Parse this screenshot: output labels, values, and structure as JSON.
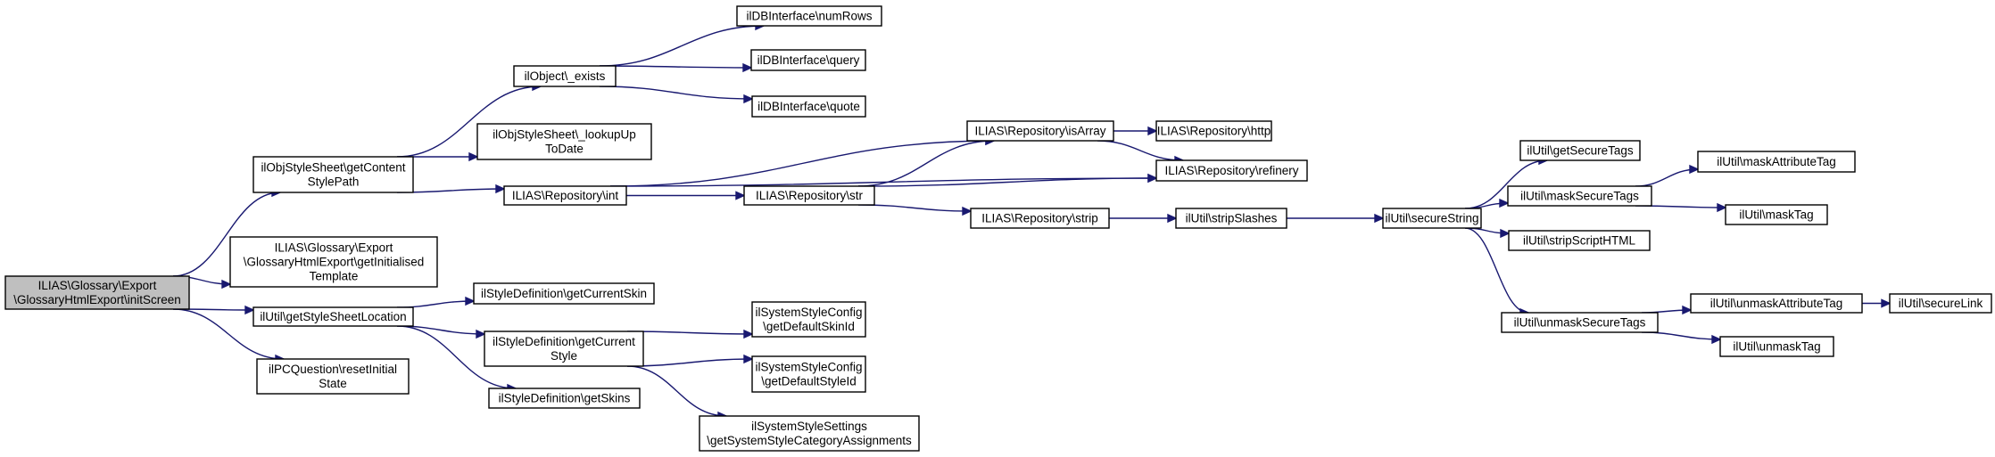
{
  "nodes": [
    {
      "id": "root",
      "lines": [
        "ILIAS\\Glossary\\Export",
        "\\GlossaryHtmlExport\\initScreen"
      ]
    },
    {
      "id": "getContentStylePath",
      "lines": [
        "ilObjStyleSheet\\getContent",
        "StylePath"
      ]
    },
    {
      "id": "getInitialisedTemplate",
      "lines": [
        "ILIAS\\Glossary\\Export",
        "\\GlossaryHtmlExport\\getInitialised",
        "Template"
      ]
    },
    {
      "id": "getStyleSheetLocation",
      "lines": [
        "ilUtil\\getStyleSheetLocation"
      ]
    },
    {
      "id": "resetInitialState",
      "lines": [
        "ilPCQuestion\\resetInitial",
        "State"
      ]
    },
    {
      "id": "exists",
      "lines": [
        "ilObject\\_exists"
      ]
    },
    {
      "id": "lookupUpToDate",
      "lines": [
        "ilObjStyleSheet\\_lookupUp",
        "ToDate"
      ]
    },
    {
      "id": "repoInt",
      "lines": [
        "ILIAS\\Repository\\int"
      ]
    },
    {
      "id": "numRows",
      "lines": [
        "ilDBInterface\\numRows"
      ]
    },
    {
      "id": "query",
      "lines": [
        "ilDBInterface\\query"
      ]
    },
    {
      "id": "quote",
      "lines": [
        "ilDBInterface\\quote"
      ]
    },
    {
      "id": "repoStr",
      "lines": [
        "ILIAS\\Repository\\str"
      ]
    },
    {
      "id": "isArray",
      "lines": [
        "ILIAS\\Repository\\isArray"
      ]
    },
    {
      "id": "strip",
      "lines": [
        "ILIAS\\Repository\\strip"
      ]
    },
    {
      "id": "http",
      "lines": [
        "ILIAS\\Repository\\http"
      ]
    },
    {
      "id": "refinery",
      "lines": [
        "ILIAS\\Repository\\refinery"
      ]
    },
    {
      "id": "getCurrentSkin",
      "lines": [
        "ilStyleDefinition\\getCurrentSkin"
      ]
    },
    {
      "id": "getCurrentStyle",
      "lines": [
        "ilStyleDefinition\\getCurrent",
        "Style"
      ]
    },
    {
      "id": "getSkins",
      "lines": [
        "ilStyleDefinition\\getSkins"
      ]
    },
    {
      "id": "getDefaultSkinId",
      "lines": [
        "ilSystemStyleConfig",
        "\\getDefaultSkinId"
      ]
    },
    {
      "id": "getDefaultStyleId",
      "lines": [
        "ilSystemStyleConfig",
        "\\getDefaultStyleId"
      ]
    },
    {
      "id": "getSystemStyleCategoryAssignments",
      "lines": [
        "ilSystemStyleSettings",
        "\\getSystemStyleCategoryAssignments"
      ]
    },
    {
      "id": "stripSlashes",
      "lines": [
        "ilUtil\\stripSlashes"
      ]
    },
    {
      "id": "secureString",
      "lines": [
        "ilUtil\\secureString"
      ]
    },
    {
      "id": "getSecureTags",
      "lines": [
        "ilUtil\\getSecureTags"
      ]
    },
    {
      "id": "maskSecureTags",
      "lines": [
        "ilUtil\\maskSecureTags"
      ]
    },
    {
      "id": "stripScriptHTML",
      "lines": [
        "ilUtil\\stripScriptHTML"
      ]
    },
    {
      "id": "unmaskSecureTags",
      "lines": [
        "ilUtil\\unmaskSecureTags"
      ]
    },
    {
      "id": "maskAttributeTag",
      "lines": [
        "ilUtil\\maskAttributeTag"
      ]
    },
    {
      "id": "maskTag",
      "lines": [
        "ilUtil\\maskTag"
      ]
    },
    {
      "id": "unmaskAttributeTag",
      "lines": [
        "ilUtil\\unmaskAttributeTag"
      ]
    },
    {
      "id": "unmaskTag",
      "lines": [
        "ilUtil\\unmaskTag"
      ]
    },
    {
      "id": "secureLink",
      "lines": [
        "ilUtil\\secureLink"
      ]
    }
  ],
  "edges": [
    [
      "root",
      "getContentStylePath"
    ],
    [
      "root",
      "getInitialisedTemplate"
    ],
    [
      "root",
      "getStyleSheetLocation"
    ],
    [
      "root",
      "resetInitialState"
    ],
    [
      "getContentStylePath",
      "exists"
    ],
    [
      "getContentStylePath",
      "lookupUpToDate"
    ],
    [
      "getContentStylePath",
      "repoInt"
    ],
    [
      "exists",
      "numRows"
    ],
    [
      "exists",
      "query"
    ],
    [
      "exists",
      "quote"
    ],
    [
      "repoInt",
      "isArray"
    ],
    [
      "repoInt",
      "repoStr"
    ],
    [
      "repoInt",
      "refinery"
    ],
    [
      "repoStr",
      "isArray"
    ],
    [
      "repoStr",
      "refinery"
    ],
    [
      "repoStr",
      "strip"
    ],
    [
      "isArray",
      "http"
    ],
    [
      "isArray",
      "refinery"
    ],
    [
      "strip",
      "stripSlashes"
    ],
    [
      "getStyleSheetLocation",
      "getCurrentSkin"
    ],
    [
      "getStyleSheetLocation",
      "getCurrentStyle"
    ],
    [
      "getStyleSheetLocation",
      "getSkins"
    ],
    [
      "getCurrentStyle",
      "getDefaultSkinId"
    ],
    [
      "getCurrentStyle",
      "getDefaultStyleId"
    ],
    [
      "getCurrentStyle",
      "getSystemStyleCategoryAssignments"
    ],
    [
      "stripSlashes",
      "secureString"
    ],
    [
      "secureString",
      "getSecureTags"
    ],
    [
      "secureString",
      "maskSecureTags"
    ],
    [
      "secureString",
      "stripScriptHTML"
    ],
    [
      "secureString",
      "unmaskSecureTags"
    ],
    [
      "maskSecureTags",
      "maskAttributeTag"
    ],
    [
      "maskSecureTags",
      "maskTag"
    ],
    [
      "unmaskSecureTags",
      "unmaskAttributeTag"
    ],
    [
      "unmaskSecureTags",
      "unmaskTag"
    ],
    [
      "unmaskAttributeTag",
      "secureLink"
    ]
  ]
}
